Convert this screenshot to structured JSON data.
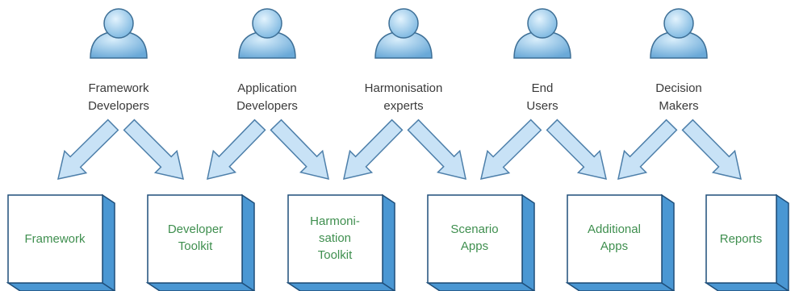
{
  "actors": [
    {
      "label_line1": "Framework",
      "label_line2": "Developers"
    },
    {
      "label_line1": "Application",
      "label_line2": "Developers"
    },
    {
      "label_line1": "Harmonisation",
      "label_line2": "experts"
    },
    {
      "label_line1": "End",
      "label_line2": "Users"
    },
    {
      "label_line1": "Decision",
      "label_line2": "Makers"
    }
  ],
  "components": [
    {
      "lines": [
        "Framework"
      ]
    },
    {
      "lines": [
        "Developer",
        "Toolkit"
      ]
    },
    {
      "lines": [
        "Harmoni-",
        "sation",
        "Toolkit"
      ]
    },
    {
      "lines": [
        "Scenario",
        "Apps"
      ]
    },
    {
      "lines": [
        "Additional",
        "Apps"
      ]
    },
    {
      "lines": [
        "Reports"
      ]
    }
  ],
  "colors": {
    "person_fill": "#8fc4ea",
    "person_stroke": "#3d6f96",
    "arrow_fill": "#c8e2f6",
    "arrow_stroke": "#4d7faa",
    "box_side": "#4a97d3",
    "box_stroke": "#1f4f7a",
    "box_label": "#3f8f4f",
    "actor_label": "#3a3a3a"
  }
}
